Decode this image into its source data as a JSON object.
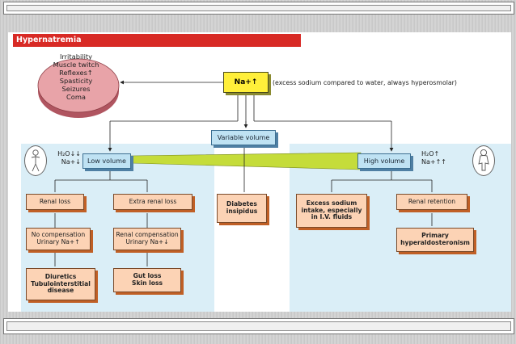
{
  "slide": {
    "title": "Hypernatremia"
  },
  "symptoms": [
    "Irritability",
    "Muscle twitch",
    "Reflexes↑",
    "Spasticity",
    "Seizures",
    "Coma"
  ],
  "sodium": {
    "label": "Na+↑",
    "note": "(excess sodium compared to water, always hyperosmolar)"
  },
  "volume": {
    "low": "Low volume",
    "variable": "Variable volume",
    "high": "High volume"
  },
  "low_signs": {
    "water": "H₂O↓↓",
    "sodium": "Na+↓"
  },
  "high_signs": {
    "water": "H₂O↑",
    "sodium": "Na+↑↑"
  },
  "causes": {
    "renal_loss": "Renal loss",
    "extra_renal_loss": "Extra renal loss",
    "no_comp_line1": "No compensation",
    "no_comp_line2": "Urinary Na+↑",
    "renal_comp_line1": "Renal compensation",
    "renal_comp_line2": "Urinary Na+↓",
    "diuretics_line1": "Diuretics",
    "diuretics_line2": "Tubulointerstitial",
    "diuretics_line3": "disease",
    "gut_line1": "Gut loss",
    "gut_line2": "Skin loss",
    "di_line1": "Diabetes",
    "di_line2": "insipidus",
    "excess_line1": "Excess sodium",
    "excess_line2": "intake, especially",
    "excess_line3": "in I.V. fluids",
    "renal_retention": "Renal retention",
    "hyperaldo_line1": "Primary",
    "hyperaldo_line2": "hyperaldosteronism"
  },
  "colors": {
    "title_band": "#d82a25",
    "blue_box": "#bfe2f3",
    "peach_box": "#fcd3b5",
    "sodium_box": "#ffef3a",
    "panel": "#daeef7",
    "symptom_disc": "#e8a3a8",
    "wedge": "#c5dc3a"
  },
  "icons": [
    "low-volume-body-icon",
    "high-volume-body-icon"
  ]
}
